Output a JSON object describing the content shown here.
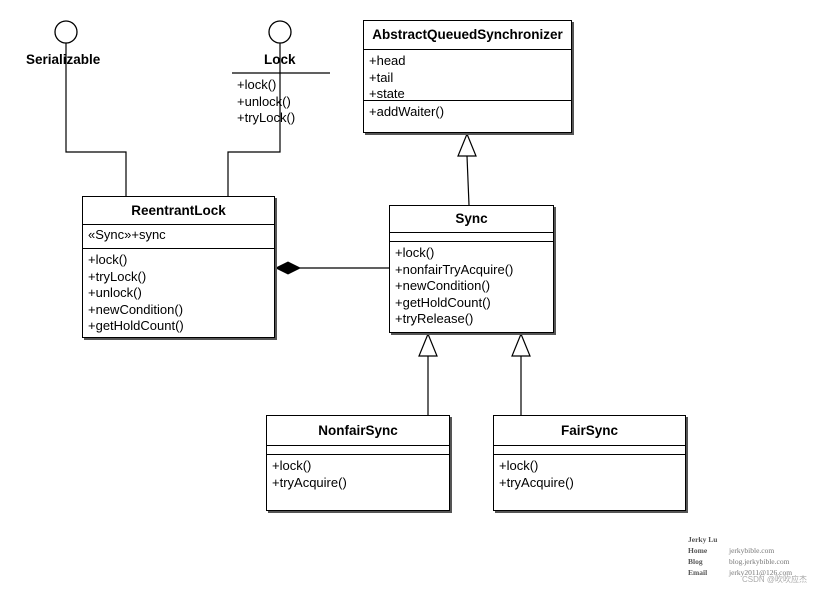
{
  "interfaces": [
    {
      "id": "serializable",
      "name": "Serializable",
      "operations": []
    },
    {
      "id": "lock",
      "name": "Lock",
      "operations": [
        "+lock()",
        "+unlock()",
        "+tryLock()"
      ]
    }
  ],
  "classes": {
    "aqs": {
      "name": "AbstractQueuedSynchronizer",
      "attributes": [
        "+head",
        "+tail",
        "+state"
      ],
      "operations": [
        "+addWaiter()"
      ]
    },
    "reentrant": {
      "name": "ReentrantLock",
      "attributes": [
        "«Sync»+sync"
      ],
      "operations": [
        "+lock()",
        "+tryLock()",
        "+unlock()",
        "+newCondition()",
        "+getHoldCount()"
      ]
    },
    "sync": {
      "name": "Sync",
      "attributes": [],
      "operations": [
        "+lock()",
        "+nonfairTryAcquire()",
        "+newCondition()",
        "+getHoldCount()",
        "+tryRelease()"
      ]
    },
    "nonfair": {
      "name": "NonfairSync",
      "attributes": [],
      "operations": [
        "+lock()",
        "+tryAcquire()"
      ]
    },
    "fair": {
      "name": "FairSync",
      "attributes": [],
      "operations": [
        "+lock()",
        "+tryAcquire()"
      ]
    }
  },
  "relations": [
    {
      "from": "reentrant",
      "to": "serializable",
      "type": "realization"
    },
    {
      "from": "reentrant",
      "to": "lock",
      "type": "realization"
    },
    {
      "from": "sync",
      "to": "aqs",
      "type": "generalization"
    },
    {
      "from": "reentrant",
      "to": "sync",
      "type": "composition"
    },
    {
      "from": "nonfair",
      "to": "sync",
      "type": "generalization"
    },
    {
      "from": "fair",
      "to": "sync",
      "type": "generalization"
    }
  ],
  "credit": {
    "name": "Jerky Lu",
    "rows": [
      {
        "key": "Home",
        "value": "jerkybible.com"
      },
      {
        "key": "Blog",
        "value": "blog.jerkybible.com"
      },
      {
        "key": "Email",
        "value": "jerky2011@126.com"
      }
    ],
    "watermark": "CSDN @吹吹应杰"
  }
}
